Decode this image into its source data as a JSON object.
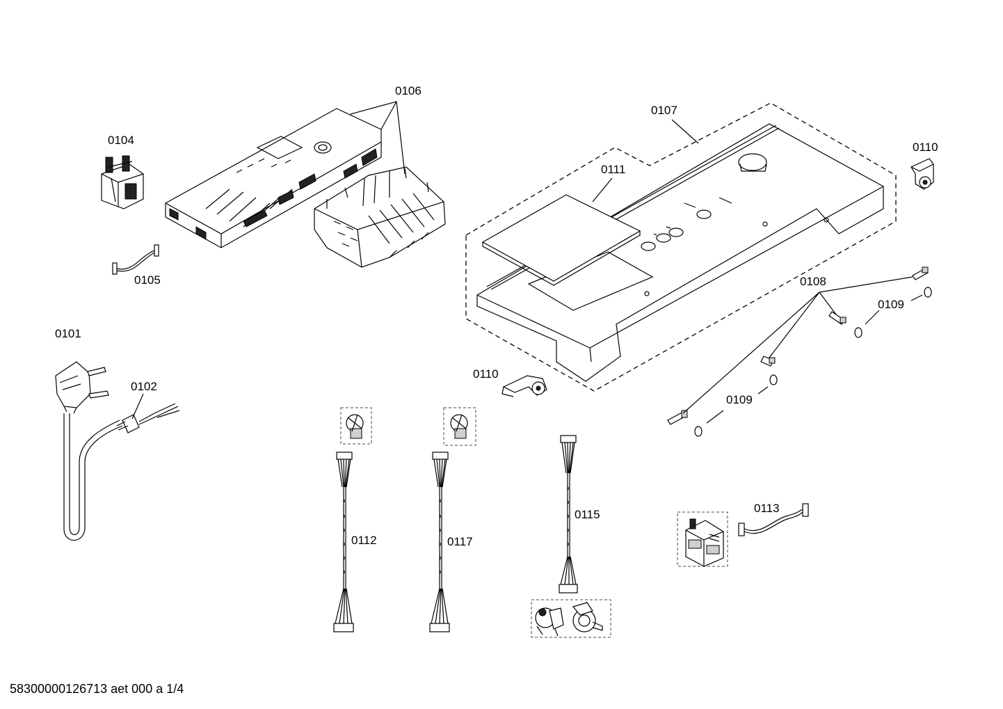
{
  "labels": {
    "p0101": "0101",
    "p0102": "0102",
    "p0104": "0104",
    "p0105": "0105",
    "p0106": "0106",
    "p0107": "0107",
    "p0108": "0108",
    "p0109a": "0109",
    "p0109b": "0109",
    "p0110a": "0110",
    "p0110b": "0110",
    "p0111": "0111",
    "p0112": "0112",
    "p0113": "0113",
    "p0115": "0115",
    "p0117": "0117"
  },
  "footer": "58300000126713 aet 000 a 1/4"
}
